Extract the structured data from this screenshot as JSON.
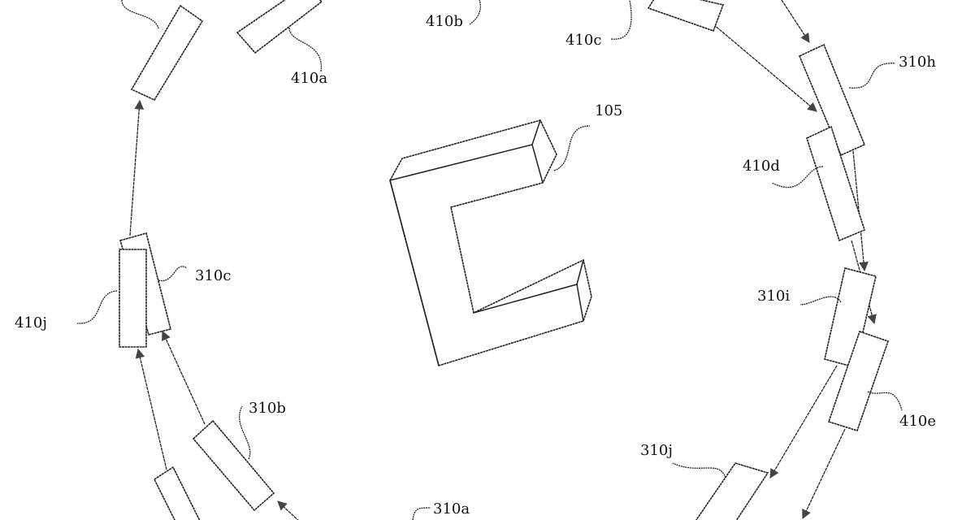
{
  "figure": {
    "labels": {
      "l410a": "410a",
      "l410b": "410b",
      "l410c": "410c",
      "l310h": "310h",
      "l105": "105",
      "l410d": "410d",
      "l310c": "310c",
      "l410j": "410j",
      "l310i": "310i",
      "l410e": "410e",
      "l310b": "310b",
      "l310j": "310j",
      "l310a": "310a"
    }
  }
}
